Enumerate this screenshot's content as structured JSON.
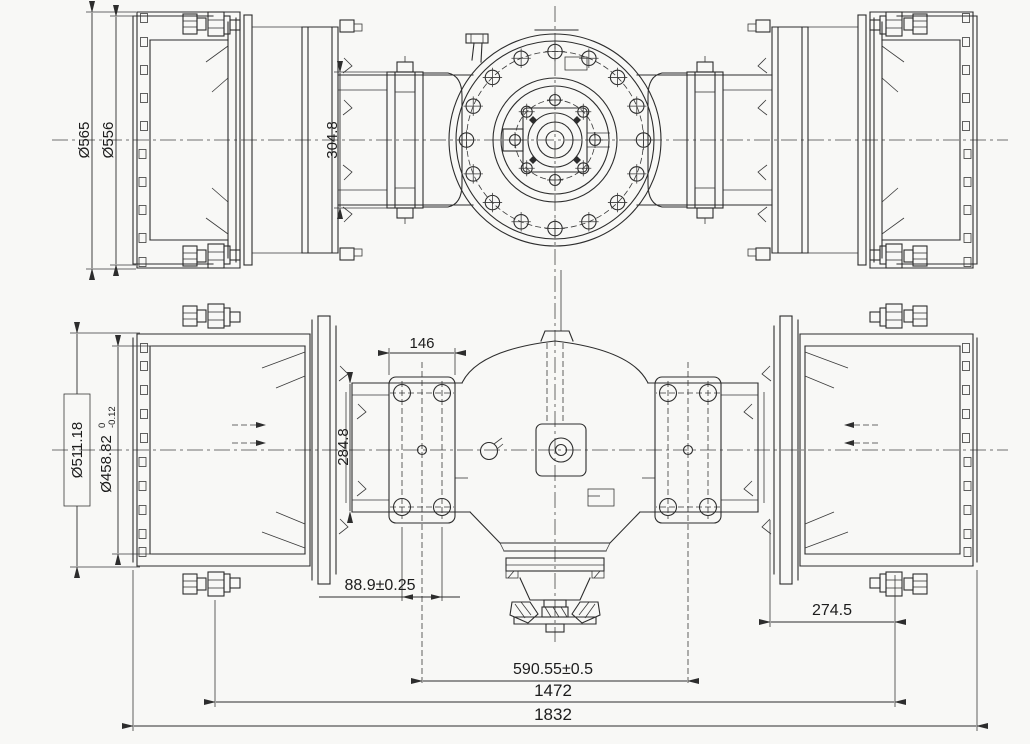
{
  "dimensions": {
    "front": {
      "outer_diameter": "Ø565",
      "drum_diameter": "Ø556",
      "flange_height": "304.8"
    },
    "plan": {
      "plate_width": "146",
      "tube_height": "284.8",
      "bolt_spacing": "88.9±0.25",
      "drum_outer_diameter": "Ø511.18",
      "pilot_diameter": "Ø458.82",
      "pilot_tol_upper": "0",
      "pilot_tol_lower": "-0.12",
      "drum_depth": "274.5",
      "flange_center_span": "590.55±0.5",
      "mounting_face_span": "1472",
      "overall_width": "1832"
    }
  }
}
